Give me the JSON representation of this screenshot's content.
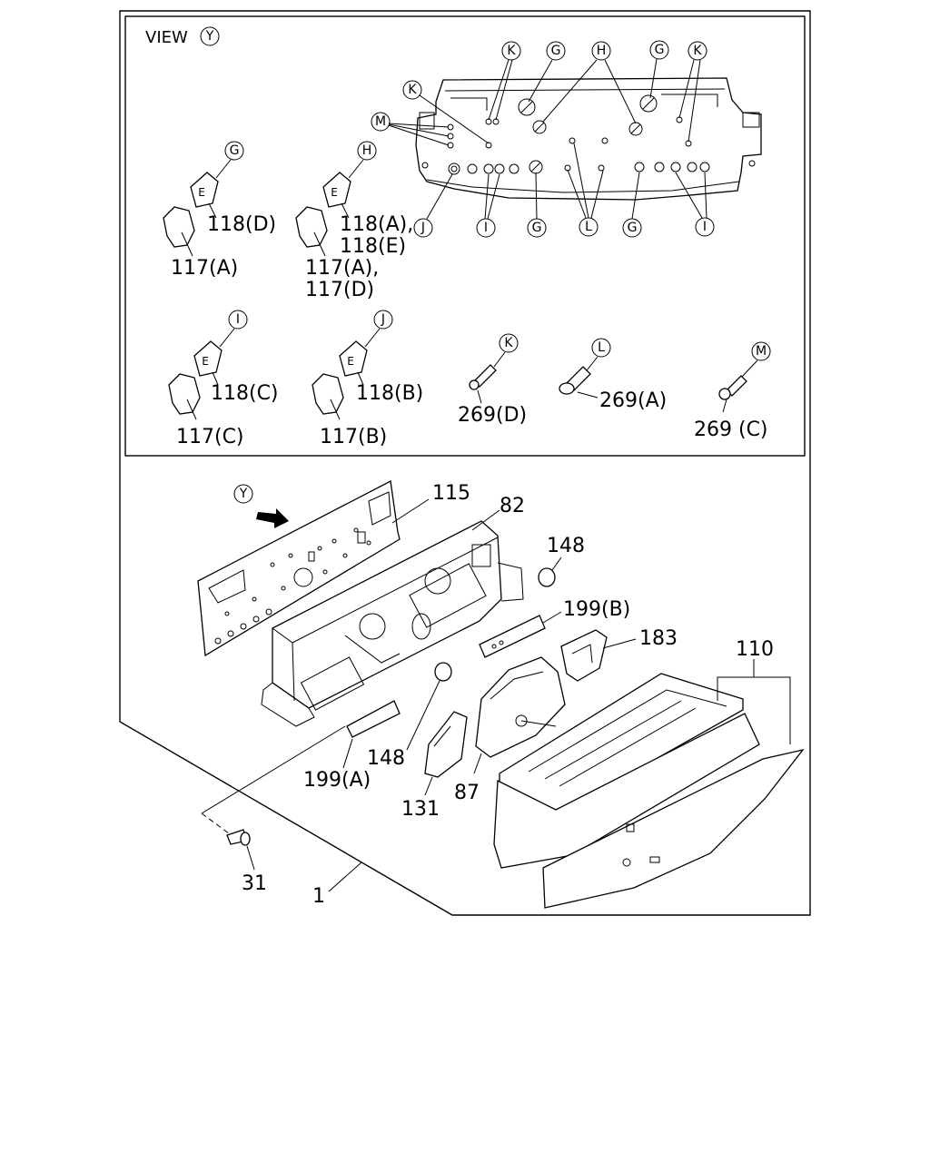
{
  "view_title": "VIEW",
  "view_letter": "Y",
  "circled": {
    "g": "G",
    "h": "H",
    "i": "I",
    "j": "J",
    "k": "K",
    "l": "L",
    "m": "M",
    "y": "Y"
  },
  "labels": {
    "p118d": "118(D)",
    "p117a": "117(A)",
    "p118ae1": "118(A),",
    "p118ae2": "118(E)",
    "p117ad1": "117(A),",
    "p117ad2": "117(D)",
    "p118c": "118(C)",
    "p117c": "117(C)",
    "p118b": "118(B)",
    "p117b": "117(B)",
    "p269d": "269(D)",
    "p269a": "269(A)",
    "p269c": "269 (C)",
    "p115": "115",
    "p82": "82",
    "p148a": "148",
    "p199b": "199(B)",
    "p183": "183",
    "p110": "110",
    "p148b": "148",
    "p199a": "199(A)",
    "p87": "87",
    "p131": "131",
    "p31": "31",
    "p1": "1"
  },
  "bulb_letter": "E"
}
